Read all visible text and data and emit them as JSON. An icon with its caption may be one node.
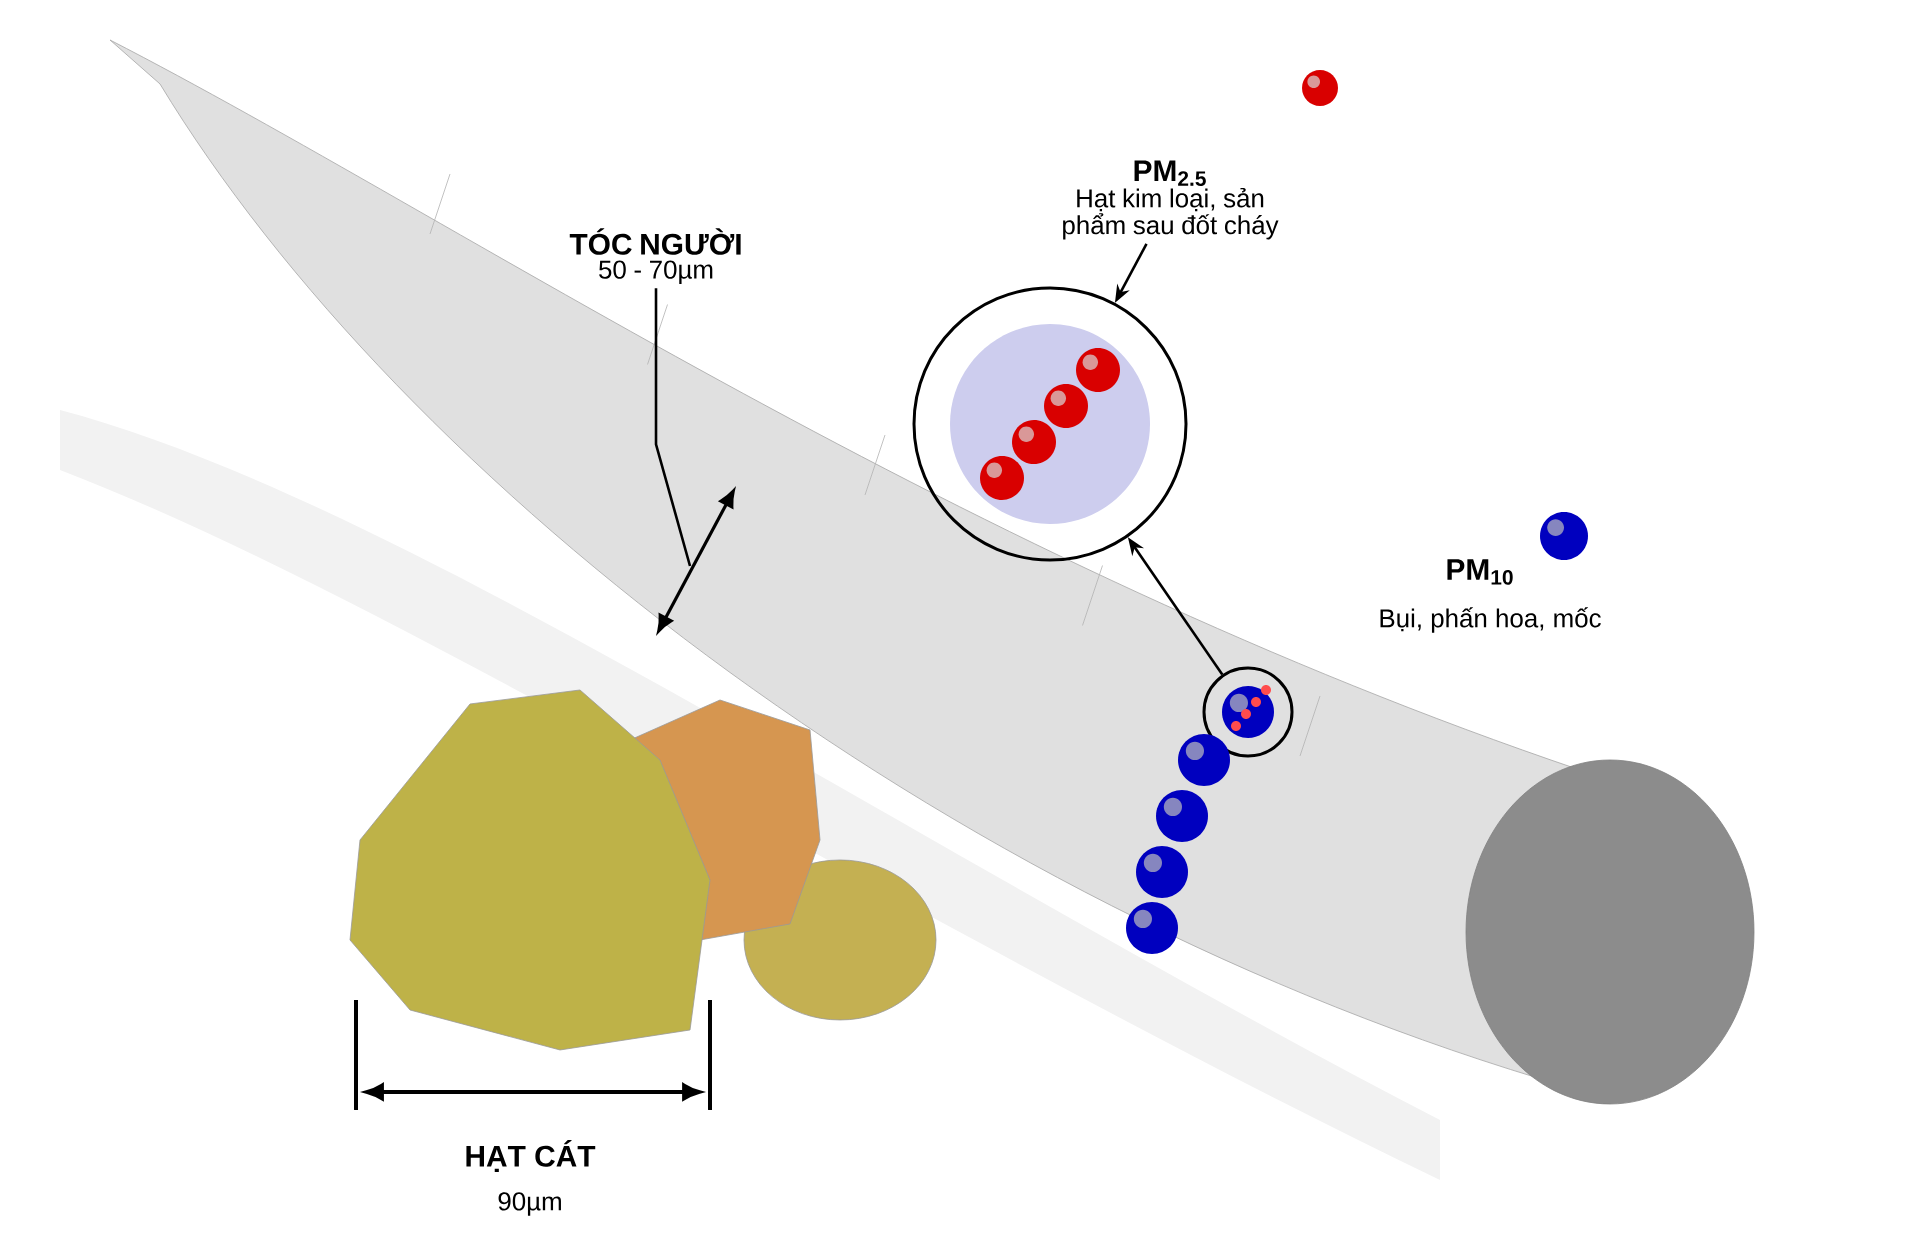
{
  "diagram": {
    "nodes": [
      {
        "text": [
          "TÓC NGƯỜI",
          "50 - 70µm"
        ]
      },
      {
        "text": [
          "PM$_{2.5}$",
          "Hạt kim loại, sản phẩm sau đốt cháy"
        ]
      },
      {
        "text": [],
        "shape": "circle"
      },
      {
        "text": [],
        "shape": "circle"
      }
    ],
    "edges": [
      {
        "from": 0,
        "to": null,
        "arrow": "none"
      },
      {
        "from": 1,
        "to": 2,
        "arrow": "to"
      },
      {
        "from": 3,
        "to": 2,
        "arrow": "to"
      }
    ],
    "labels": [
      "PM$_{10}$",
      "Bụi, phấn hoa, mốc",
      "HẠT CÁT",
      "90µm"
    ]
  }
}
